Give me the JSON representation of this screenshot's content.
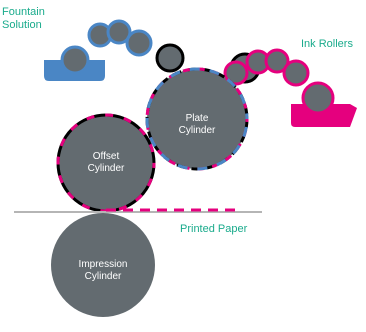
{
  "labels": {
    "fountain_solution": [
      "Fountain",
      "Solution"
    ],
    "ink_rollers": "Ink Rollers",
    "printed_paper": "Printed Paper",
    "plate_cylinder": [
      "Plate",
      "Cylinder"
    ],
    "offset_cylinder": [
      "Offset",
      "Cylinder"
    ],
    "impression_cylinder": [
      "Impression",
      "Cylinder"
    ]
  },
  "colors": {
    "label_text": "#1aab8c",
    "water": "#4a86c5",
    "ink": "#e5007e",
    "cylinder_fill": "#636b70",
    "roller_outline": "#000000",
    "paper": "#b5b5b5"
  }
}
